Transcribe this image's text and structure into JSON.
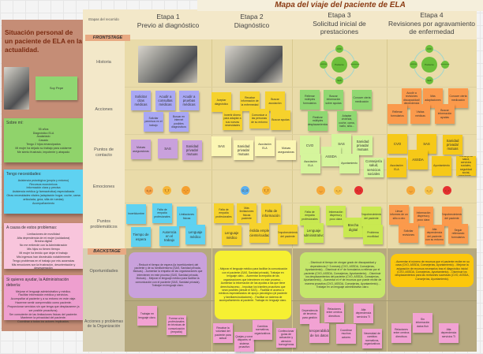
{
  "title": "Mapa del viaje del paciente de ELA",
  "left": {
    "heading": "Situación personal de un paciente de ELA en la actualidad.",
    "name_note": "Soy Pepe",
    "about": {
      "title": "Sobre mí:",
      "lines": [
        "55 años",
        "Diagnóstico ELA",
        "Asalariado",
        "Casado",
        "Tengo 2 hijos emancipados",
        "Mi mujer ha dejado su trabajo para cuidarme",
        "Me siento frustrado, impotente y atrapado"
      ]
    },
    "needs": {
      "title": "Tengo necesidades:",
      "lines": [
        "Asistencia psicológica (propia y entorno)",
        "Recursos económicos",
        "Información clara y precisa",
        "Asistencia médica (y farmacéutica) especializada",
        "Otras necesidades vitales (adaptación hogar, coche, cama articulada, grúa, silla de ruedas)",
        "Acompañamiento"
      ]
    },
    "problems": {
      "title": "A causa de estos problemas:",
      "lines": [
        "Limitaciones de movilidad",
        "Alta dependencia de mi mujer (cuidadora)",
        "Brecha digital",
        "No me entiende con la Administración",
        "Mis hijos no tienen tiempo",
        "Mi mujer ha tenido que dejar el trabajo",
        "Mis ingresos han disminuido notablemente",
        "Tengo problemas en el trabajo por mis ausencias",
        "Mis emociones son la frustración, desorientación y desesperación"
      ]
    },
    "help": {
      "title": "Si quieres ayudar, la Administración debería:",
      "lines": [
        "Mejorar el lenguaje administrativo y médico.",
        "Facilitar información médica y servicios.",
        "Acompañar al paciente y a su entorno en este viaje.",
        "Hacerme sentir comprendido como paciente.",
        "Proporcionar servicios sin que tenga que desplazarme (a ser posible proactivos).",
        "Ser consciente de las limitaciones físicas del paciente.",
        "Mantener la privacidad del paciente.",
        "Coordinar a todos los actores implicados."
      ]
    }
  },
  "rows": {
    "etapas": "Etapas del recorrido",
    "frontstage": "FRONTSTAGE",
    "historia": "Historia",
    "acciones": "Acciones",
    "contacto": "Puntos de contacto",
    "emociones": "Emociones",
    "problemas": "Puntos problemáticos",
    "backstage": "BACKSTAGE",
    "oportunidades": "Oportunidades",
    "org": "Acciones y problemas de la Organización"
  },
  "stages": [
    {
      "label": "Etapa 1",
      "name": "Previo al diagnóstico"
    },
    {
      "label": "Etapa 2",
      "name": "Diagnóstico"
    },
    {
      "label": "Etapa 3",
      "name": "Solicitud inicial de prestaciones"
    },
    {
      "label": "Etapa 4",
      "name": "Revisiones por agravamiento de enfermedad"
    }
  ],
  "network": {
    "center": "Paciente",
    "nodes": [
      "CVO",
      "ASSDA",
      "Ayuntamiento",
      "SAS"
    ]
  },
  "emotions": [
    [
      "angry-icon",
      "crying-icon",
      "sick-icon"
    ],
    [
      "scared-icon",
      "crying-icon"
    ],
    [
      "sad-icon",
      "tired-icon",
      "furious-icon"
    ],
    [
      "sad-icon",
      "tired-icon",
      "furious-icon"
    ]
  ],
  "notes": [
    {
      "t": "Solicitar citas médicas",
      "c": "#a9a8f4",
      "b": 1
    },
    {
      "t": "Acudir a consultas médicas",
      "c": "#a9a8f4",
      "b": 1
    },
    {
      "t": "Acudir a pruebas médicas",
      "c": "#a9a8f4",
      "b": 1
    },
    {
      "t": "Solicitar permisos en el trabajo",
      "c": "#a9a8f4"
    },
    {
      "t": "Buscar en internet posibles diagnósticos",
      "c": "#a9a8f4"
    },
    {
      "t": "Mutuas aseguradoras",
      "c": "#c9a1dc"
    },
    {
      "t": "SAS",
      "c": "#c9a1dc",
      "b": 1
    },
    {
      "t": "Sanidad privada/ mutuas",
      "c": "#c9a1dc",
      "b": 1
    },
    {
      "t": "Incertidumbre",
      "c": "#5fd2f1"
    },
    {
      "t": "Falta de empatía profesionales",
      "c": "#5fd2f1"
    },
    {
      "t": "Limitaciones físicas",
      "c": "#5fd2f1"
    },
    {
      "t": "Tiempo de espera",
      "c": "#5fd2f1",
      "b": 1
    },
    {
      "t": "Ausencia en el trabajo",
      "c": "#5fd2f1",
      "b": 1
    },
    {
      "t": "Lenguaje médico",
      "c": "#5fd2f1",
      "b": 1
    },
    {
      "t": "Trabajar en lenguaje claro.",
      "c": "#f2a2d3"
    },
    {
      "t": "Formar a los profesionales en técnicas de comunicación (empatía)",
      "c": "#f2a2d3"
    },
    {
      "t": "Aceptar diagnóstico",
      "c": "#f6d22c"
    },
    {
      "t": "Recabar información de la enfermedad",
      "c": "#f6d22c"
    },
    {
      "t": "Buscar asociación",
      "c": "#f6d22c"
    },
    {
      "t": "Invertir dinero para adaptar a sus nuevas necesidades",
      "c": "#f6d22c"
    },
    {
      "t": "Comunicar a las personas de su entorno",
      "c": "#f6d22c"
    },
    {
      "t": "Buscar ayudas",
      "c": "#f6d22c"
    },
    {
      "t": "SAS",
      "c": "#fbf6b4",
      "b": 1
    },
    {
      "t": "Sanidad privada/ mutuas",
      "c": "#fbf6b4",
      "b": 1
    },
    {
      "t": "Asociación ELA",
      "c": "#fbf6b4"
    },
    {
      "t": "Mutuas aseguradoras",
      "c": "#fbf6b4"
    },
    {
      "t": "Falta de empatía profesionales",
      "c": "#f6d22c"
    },
    {
      "t": "Más limitaciones físicas paciente",
      "c": "#f6d22c"
    },
    {
      "t": "Falta de información",
      "c": "#f6d22c",
      "b": 1
    },
    {
      "t": "Lenguaje médico",
      "c": "#f6d22c",
      "b": 1
    },
    {
      "t": "Pérdida empleo paciente/cuidador",
      "c": "#f6d22c",
      "b": 1
    },
    {
      "t": "Empobrecimiento del paciente",
      "c": "#f6d22c"
    },
    {
      "t": "Recabar la voluntad del paciente para actuar",
      "c": "#f2a2d3"
    },
    {
      "t": "Quejas y coros dispares: el sistema proactivo",
      "c": "#f2a2d3"
    },
    {
      "t": "Cambios normativos, organizativos",
      "c": "#f2a2d3"
    },
    {
      "t": "Confeccionar guías de actuación y atención homogéneas",
      "c": "#f2a2d3"
    },
    {
      "t": "Rellenar múltiples formularios",
      "c": "#90d872"
    },
    {
      "t": "Buscar información sobre ayudas",
      "c": "#90d872"
    },
    {
      "t": "Conocer cierta medicación",
      "c": "#90d872"
    },
    {
      "t": "Realizar múltiples desplazamientos",
      "c": "#90d872"
    },
    {
      "t": "Adaptar vivienda, coche, cama, baño, silla...",
      "c": "#90d872"
    },
    {
      "t": "CVO",
      "c": "#d5f59c",
      "b": 1
    },
    {
      "t": "SAS",
      "c": "#d5f59c",
      "b": 1
    },
    {
      "t": "Sanidad privada/ mutuas",
      "c": "#d5f59c",
      "b": 1
    },
    {
      "t": "ASSDA",
      "c": "#d5f59c",
      "b": 1
    },
    {
      "t": "Asociación ELA",
      "c": "#d5f59c"
    },
    {
      "t": "Ayuntamiento",
      "c": "#d5f59c"
    },
    {
      "t": "Consejería salud, servicios sociales",
      "c": "#d5f59c",
      "b": 1
    },
    {
      "t": "Falta de empatía profesionales",
      "c": "#c9e951"
    },
    {
      "t": "Información dispersa y poco clara",
      "c": "#c9e951"
    },
    {
      "t": "Brecha digital",
      "c": "#c9e951",
      "b": 1
    },
    {
      "t": "Empobrecimiento del paciente",
      "c": "#c9e951"
    },
    {
      "t": "Lenguaje administrativo",
      "c": "#c9e951",
      "b": 1
    },
    {
      "t": "Problema movilidad",
      "c": "#c9e951"
    },
    {
      "t": "Dependencia de terceros para gestión",
      "c": "#f2a2d3"
    },
    {
      "t": "Relaciones entre centros directivos",
      "c": "#f2a2d3"
    },
    {
      "t": "Alta dependencia servicios TI",
      "c": "#f2a2d3"
    },
    {
      "t": "Interoperabilidad de los datos",
      "c": "#f2a2d3",
      "b": 1
    },
    {
      "t": "Coordinar muchos actores",
      "c": "#f2a2d3"
    },
    {
      "t": "Necesidad de cambios normativos, organizativos",
      "c": "#f2a2d3"
    },
    {
      "t": "Acudir a revisiones discapacidad/ dependencia",
      "c": "#fb9a4c"
    },
    {
      "t": "Más adaptaciones",
      "c": "#fb9a4c"
    },
    {
      "t": "Conocer cierta medicación",
      "c": "#fb9a4c"
    },
    {
      "t": "Rellenar formularios",
      "c": "#fb9a4c"
    },
    {
      "t": "Visitas médicas",
      "c": "#fb9a4c"
    },
    {
      "t": "Buscar información ayudas",
      "c": "#fb9a4c"
    },
    {
      "t": "CVO",
      "c": "#f6c918",
      "b": 1
    },
    {
      "t": "SAS",
      "c": "#f6c918",
      "b": 1
    },
    {
      "t": "Sanidad privada/ mutuas",
      "c": "#f6c918",
      "b": 1
    },
    {
      "t": "ASSDA",
      "c": "#f6c918",
      "b": 1
    },
    {
      "t": "Asociación ELA",
      "c": "#f6c918"
    },
    {
      "t": "Ayuntamiento",
      "c": "#f6c918"
    },
    {
      "t": "Consejería salud, servicios sociales, seguridad social, pensiones...",
      "c": "#f6c918"
    },
    {
      "t": "Llevar informes de un sitio a otro",
      "c": "#fb9a4c"
    },
    {
      "t": "Información dispersa y poco clara",
      "c": "#fb9a4c"
    },
    {
      "t": "Empobrecimiento del paciente",
      "c": "#fb9a4c"
    },
    {
      "t": "Solicitar revisiones",
      "c": "#fb9a4c"
    },
    {
      "t": "Alta dependencia del paciente con su entorno",
      "c": "#fb9a4c"
    },
    {
      "t": "Seguir rellenando formularios",
      "c": "#fb9a4c"
    },
    {
      "t": "Relaciones entre centros directivos",
      "c": "#f2a2d3"
    },
    {
      "t": "Sin información datos fluir",
      "c": "#f2a2d3"
    },
    {
      "t": "Alta dependencia servicios TI",
      "c": "#f2a2d3"
    }
  ],
  "opportunities": [
    {
      "c": "#c9a1dc",
      "t": "- Reducir el tiempo de espera (la incertidumbre) del paciente y de su familia/entorno (SAS, Sanidad privada, Mutuas). - Aumentar la empatía de las organizaciones que intervienen en este proceso (SAS, Sanidad privada, Mutuas). - Mejorar el lenguaje médico para facilitar la comunicación con el paciente (SAS, Sanidad privada). Trabajar en lenguaje claro."
    },
    {
      "c": "#f6f032",
      "t": "- Mejorar el lenguaje médico para facilitar la comunicación con el paciente (SAS, Sanidad privada). Trabajar en lenguaje claro. - Aumentar la empatía de las organizaciones que intervienen en este proceso. - Aumentar la información de las ayudas a las que tiene derecho/acceso. - Impulsar los trámites proactivos que sean posibles (desde el SAS). - Facilitar el acceso a médicos especializados de apoyo psicológico (al paciente y familiares/cuidadores). - Facilitar un sistema de acompañamiento al paciente. Trabajar en lenguaje claro."
    },
    {
      "c": "#c5e76b",
      "t": "- Disminuir el tiempo de otorgar grado de discapacidad y dependencia (+ 3 meses) (CVO, ASSDA, Consejerías, Ayuntamiento). - Disminuir el nº de formularios a rellenar por el paciente (CVO, ASSDA, Consejerías, Ayuntamiento). - Disminuir los desplazamientos del paciente (CVO, ASSDA, Consejerías, Ayuntamiento). - Aumentar el nº de recursos que puede recibir de manera proactiva (CVO, ASSDA, Consejerías, Ayuntamiento). - Trabajar en un lenguaje administrativo claro."
    },
    {
      "c": "#fcc80c",
      "t": "- Aumentar el número de recursos que el paciente recibe en su casa (CVO, ASSDA, Consejerías, Ayuntamiento). - Mejorar la asignación de recursos necesarios tras el diagnóstico inicial (CVO, ASSDA, Consejerías, Ayuntamiento). - Disminuir los desplazamientos para las revisiones sucesivas (CVO, ASSDA, Consejerías, Ayuntamiento)."
    }
  ]
}
